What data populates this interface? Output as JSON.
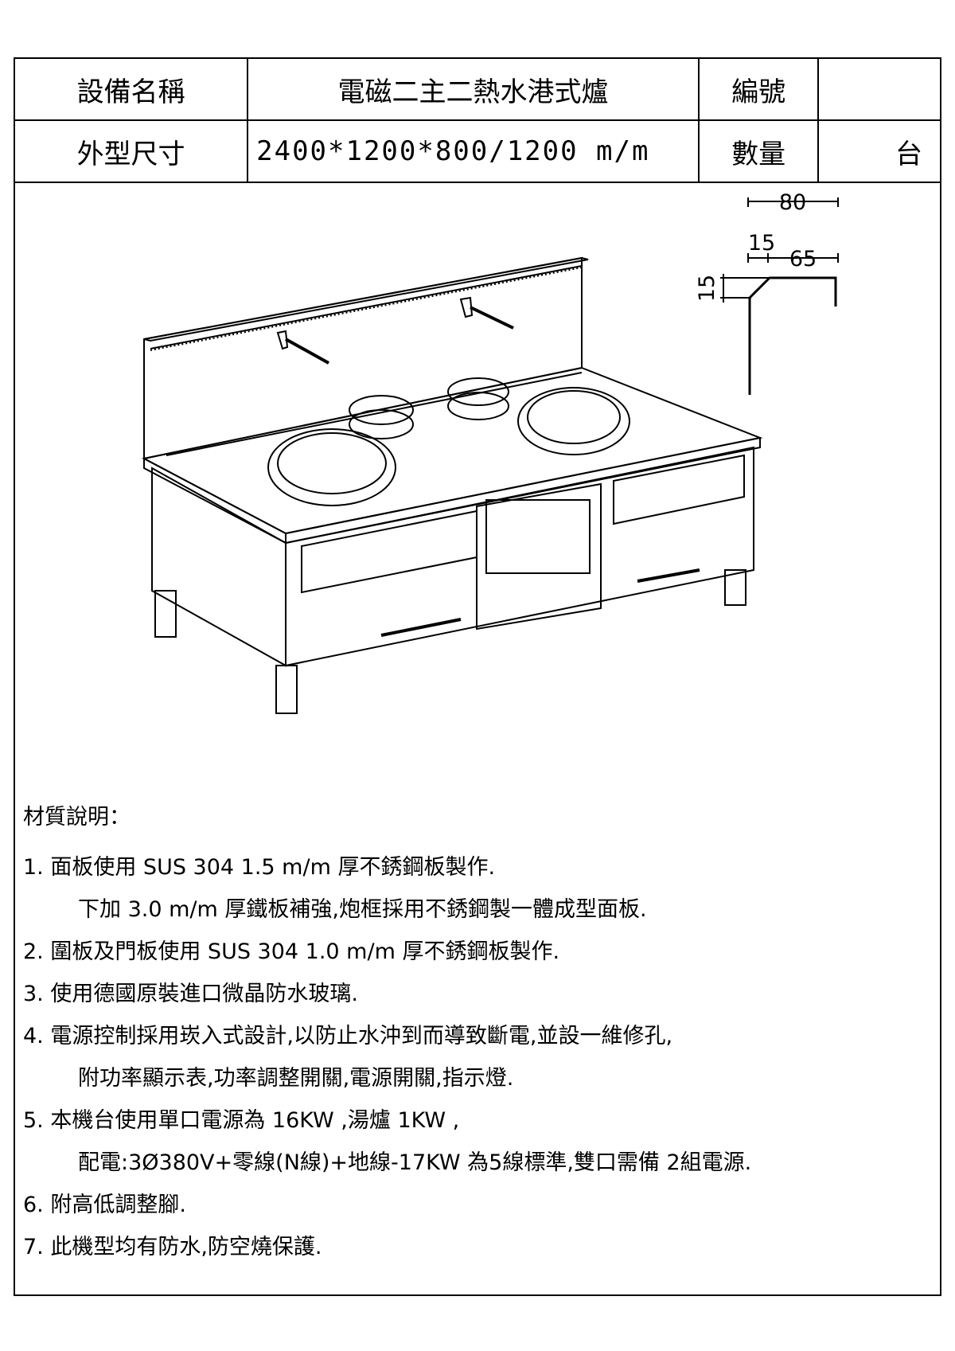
{
  "header": {
    "name_label": "設備名稱",
    "name_value": "電磁二主二熱水港式爐",
    "number_label": "編號",
    "number_value": "",
    "size_label": "外型尺寸",
    "size_value": "2400*1200*800/1200  m/m",
    "qty_label": "數量",
    "qty_value": "台"
  },
  "profile_dims": {
    "top": "80",
    "left_small": "15",
    "right": "65",
    "vertical": "15"
  },
  "notes": {
    "title": "材質說明：",
    "lines": [
      "1. 面板使用  SUS  304  1.5  m/m  厚不銹鋼板製作.",
      "下加  3.0  m/m  厚鐵板補強,炮框採用不銹鋼製一體成型面板.",
      "2. 圍板及門板使用  SUS  304  1.0  m/m  厚不銹鋼板製作.",
      "3. 使用德國原裝進口微晶防水玻璃.",
      "4. 電源控制採用崁入式設計,以防止水沖到而導致斷電,並設一維修孔,",
      "附功率顯示表,功率調整開關,電源開關,指示燈.",
      "5. 本機台使用單口電源為  16KW ,湯爐  1KW ,",
      "配電:3Ø380V+零線(N線)+地線-17KW 為5線標準,雙口需備  2組電源.",
      "6. 附高低調整腳.",
      "7. 此機型均有防水,防空燒保護."
    ]
  }
}
